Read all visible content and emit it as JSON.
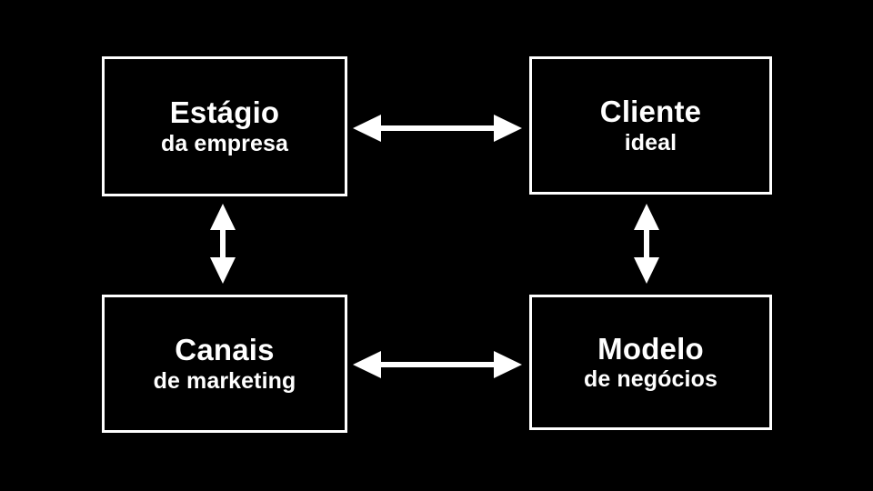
{
  "diagram": {
    "background_color": "#000000",
    "stroke_color": "#ffffff",
    "text_color": "#ffffff",
    "nodes": [
      {
        "id": "estagio",
        "title": "Estágio",
        "subtitle": "da empresa"
      },
      {
        "id": "cliente",
        "title": "Cliente",
        "subtitle": "ideal"
      },
      {
        "id": "canais",
        "title": "Canais",
        "subtitle": "de marketing"
      },
      {
        "id": "modelo",
        "title": "Modelo",
        "subtitle": "de negócios"
      }
    ],
    "connectors": [
      {
        "id": "top-horizontal",
        "from": "estagio",
        "to": "cliente",
        "orientation": "horizontal",
        "heads": "both"
      },
      {
        "id": "bottom-horizontal",
        "from": "canais",
        "to": "modelo",
        "orientation": "horizontal",
        "heads": "both"
      },
      {
        "id": "left-vertical",
        "from": "estagio",
        "to": "canais",
        "orientation": "vertical",
        "heads": "both"
      },
      {
        "id": "right-vertical",
        "from": "cliente",
        "to": "modelo",
        "orientation": "vertical",
        "heads": "both"
      }
    ]
  }
}
